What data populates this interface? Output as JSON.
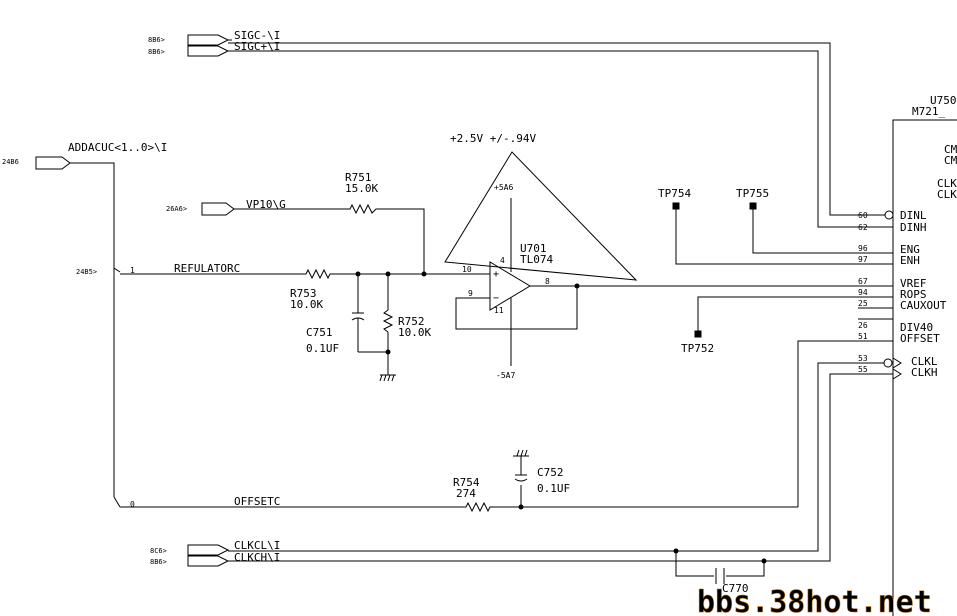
{
  "off_sheet": {
    "sig_m": {
      "ref": "8B6>",
      "net": "SIGC-\\I"
    },
    "sig_p": {
      "ref": "8B6>",
      "net": "SIGC+\\I"
    },
    "adda": {
      "ref": "24B6",
      "net": "ADDACUC<1..0>\\I"
    },
    "vp": {
      "ref": "26A6>",
      "net": "VP10\\G"
    },
    "clkl": {
      "ref": "8C6>",
      "net": "CLKCL\\I"
    },
    "clkh": {
      "ref": "8B6>",
      "net": "CLKCH\\I"
    }
  },
  "bus_tap": {
    "ref": "24B5>",
    "bit1": "1",
    "net1": "REFULATORC",
    "bit0": "0",
    "net0": "OFFSETC"
  },
  "components": {
    "r751": {
      "ref": "R751",
      "value": "15.0K"
    },
    "r752": {
      "ref": "R752",
      "value": "10.0K"
    },
    "r753": {
      "ref": "R753",
      "value": "10.0K"
    },
    "r754": {
      "ref": "R754",
      "value": "274"
    },
    "c751": {
      "ref": "C751",
      "value": "0.1UF"
    },
    "c752": {
      "ref": "C752",
      "value": "0.1UF"
    },
    "c770": {
      "ref": "C770"
    },
    "u701": {
      "ref": "U701",
      "part": "TL074",
      "range": "+2.5V +/-.94V",
      "vpos": "+5A6",
      "vneg": "-5A7",
      "pin_pos": "10",
      "pin_neg": "9",
      "pin_out": "8",
      "pin_v4": "4",
      "pin_v11": "11"
    }
  },
  "testpoints": {
    "tp754": "TP754",
    "tp755": "TP755",
    "tp752": "TP752"
  },
  "u750": {
    "ref": "U750",
    "part": "M721_",
    "partial": [
      "CM",
      "CM",
      "CLK",
      "CLK"
    ],
    "pins": [
      {
        "num": "60",
        "name": "DINL"
      },
      {
        "num": "62",
        "name": "DINH"
      },
      {
        "num": "96",
        "name": "ENG"
      },
      {
        "num": "97",
        "name": "ENH"
      },
      {
        "num": "67",
        "name": "VREF"
      },
      {
        "num": "94",
        "name": "ROPS"
      },
      {
        "num": "25",
        "name": "CAUXOUT"
      },
      {
        "num": "26",
        "name": "DIV40"
      },
      {
        "num": "51",
        "name": "OFFSET"
      },
      {
        "num": "53",
        "name": "CLKL"
      },
      {
        "num": "55",
        "name": "CLKH"
      }
    ]
  },
  "watermark": "bbs.38hot.net"
}
